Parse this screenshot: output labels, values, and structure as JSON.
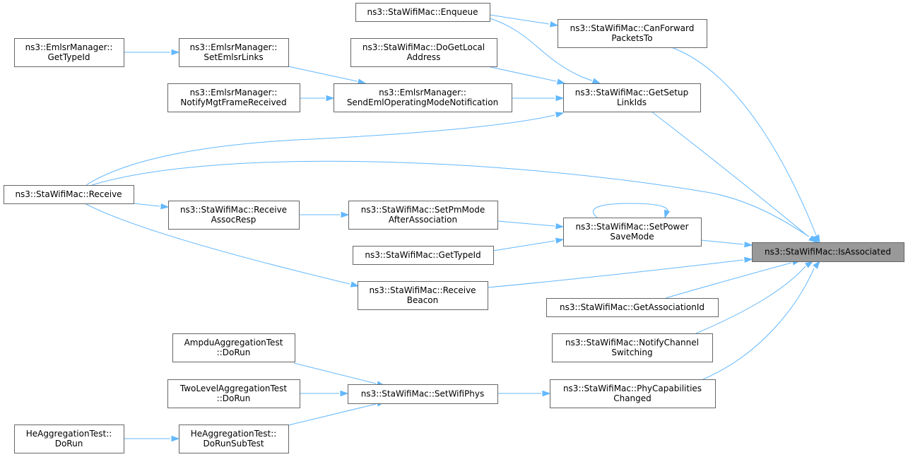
{
  "graph": {
    "nodes": [
      {
        "id": "isassociated",
        "lines": [
          "ns3::StaWifiMac::IsAssociated"
        ],
        "root": true
      },
      {
        "id": "canforward",
        "lines": [
          "ns3::StaWifiMac::CanForward",
          "PacketsTo"
        ]
      },
      {
        "id": "enqueue",
        "lines": [
          "ns3::StaWifiMac::Enqueue"
        ]
      },
      {
        "id": "getsetuplinkids",
        "lines": [
          "ns3::StaWifiMac::GetSetup",
          "LinkIds"
        ]
      },
      {
        "id": "dogetlocaladdress",
        "lines": [
          "ns3::StaWifiMac::DoGetLocal",
          "Address"
        ]
      },
      {
        "id": "emlsr-gettypeid",
        "lines": [
          "ns3::EmlsrManager::",
          "GetTypeId"
        ]
      },
      {
        "id": "setemlsrlinks",
        "lines": [
          "ns3::EmlsrManager::",
          "SetEmlsrLinks"
        ]
      },
      {
        "id": "notifymgtframereceived",
        "lines": [
          "ns3::EmlsrManager::",
          "NotifyMgtFrameReceived"
        ]
      },
      {
        "id": "sendemloperatingmode",
        "lines": [
          "ns3::EmlsrManager::",
          "SendEmlOperatingModeNotification"
        ]
      },
      {
        "id": "receive",
        "lines": [
          "ns3::StaWifiMac::Receive"
        ]
      },
      {
        "id": "receiveassocresp",
        "lines": [
          "ns3::StaWifiMac::Receive",
          "AssocResp"
        ]
      },
      {
        "id": "setpmmode",
        "lines": [
          "ns3::StaWifiMac::SetPmMode",
          "AfterAssociation"
        ]
      },
      {
        "id": "setpowersavemode",
        "lines": [
          "ns3::StaWifiMac::SetPower",
          "SaveMode"
        ]
      },
      {
        "id": "stawifimac-gettypeid",
        "lines": [
          "ns3::StaWifiMac::GetTypeId"
        ]
      },
      {
        "id": "receivebeacon",
        "lines": [
          "ns3::StaWifiMac::Receive",
          "Beacon"
        ]
      },
      {
        "id": "getassociationid",
        "lines": [
          "ns3::StaWifiMac::GetAssociationId"
        ]
      },
      {
        "id": "notifychannelswitching",
        "lines": [
          "ns3::StaWifiMac::NotifyChannel",
          "Switching"
        ]
      },
      {
        "id": "ampdu-dorun",
        "lines": [
          "AmpduAggregationTest",
          "::DoRun"
        ]
      },
      {
        "id": "twolevel-dorun",
        "lines": [
          "TwoLevelAggregationTest",
          "::DoRun"
        ]
      },
      {
        "id": "setwifiphys",
        "lines": [
          "ns3::StaWifiMac::SetWifiPhys"
        ]
      },
      {
        "id": "phycapabilitieschanged",
        "lines": [
          "ns3::StaWifiMac::PhyCapabilities",
          "Changed"
        ]
      },
      {
        "id": "he-dorun",
        "lines": [
          "HeAggregationTest::",
          "DoRun"
        ]
      },
      {
        "id": "he-dorunsubtest",
        "lines": [
          "HeAggregationTest::",
          "DoRunSubTest"
        ]
      }
    ],
    "edges": [
      {
        "from": "canforward",
        "to": "isassociated"
      },
      {
        "from": "getsetuplinkids",
        "to": "isassociated"
      },
      {
        "from": "receive",
        "to": "isassociated"
      },
      {
        "from": "setpowersavemode",
        "to": "isassociated"
      },
      {
        "from": "receivebeacon",
        "to": "isassociated"
      },
      {
        "from": "getassociationid",
        "to": "isassociated"
      },
      {
        "from": "notifychannelswitching",
        "to": "isassociated"
      },
      {
        "from": "phycapabilitieschanged",
        "to": "isassociated"
      },
      {
        "from": "enqueue",
        "to": "canforward"
      },
      {
        "from": "enqueue",
        "to": "getsetuplinkids"
      },
      {
        "from": "dogetlocaladdress",
        "to": "getsetuplinkids"
      },
      {
        "from": "sendemloperatingmode",
        "to": "getsetuplinkids"
      },
      {
        "from": "receive",
        "to": "getsetuplinkids"
      },
      {
        "from": "emlsr-gettypeid",
        "to": "setemlsrlinks"
      },
      {
        "from": "setemlsrlinks",
        "to": "sendemloperatingmode"
      },
      {
        "from": "notifymgtframereceived",
        "to": "sendemloperatingmode"
      },
      {
        "from": "receive",
        "to": "receiveassocresp"
      },
      {
        "from": "receive",
        "to": "receivebeacon"
      },
      {
        "from": "receiveassocresp",
        "to": "setpmmode"
      },
      {
        "from": "setpmmode",
        "to": "setpowersavemode"
      },
      {
        "from": "stawifimac-gettypeid",
        "to": "setpowersavemode"
      },
      {
        "from": "setpowersavemode",
        "to": "setpowersavemode"
      },
      {
        "from": "ampdu-dorun",
        "to": "setwifiphys"
      },
      {
        "from": "twolevel-dorun",
        "to": "setwifiphys"
      },
      {
        "from": "he-dorunsubtest",
        "to": "setwifiphys"
      },
      {
        "from": "he-dorun",
        "to": "he-dorunsubtest"
      },
      {
        "from": "setwifiphys",
        "to": "phycapabilitieschanged"
      }
    ]
  },
  "colors": {
    "edge": "#63b8ff",
    "node_border": "#666666",
    "node_fill": "#ffffff",
    "root_fill": "#999999"
  }
}
